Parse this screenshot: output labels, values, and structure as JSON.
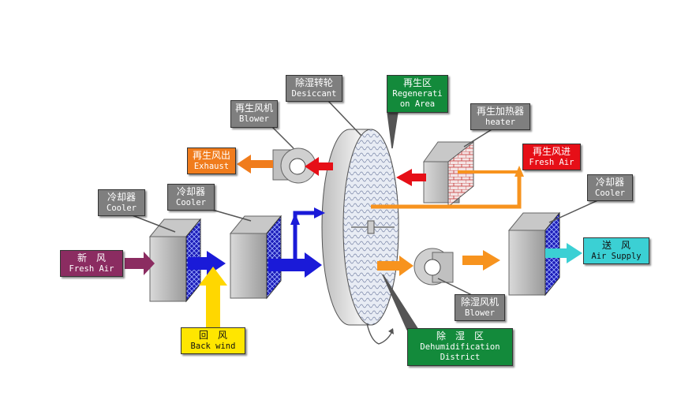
{
  "colors": {
    "fresh_air": "#8b2c61",
    "return_air": "#ffd700",
    "process_air": "#1a1ad8",
    "regen_in": "#f07c1c",
    "regen_out": "#e60f17",
    "supply": "#3bd0d4",
    "exhaust": "#f07c1c",
    "label_gray": "#7f7f7f",
    "zone_green": "#138a3b"
  },
  "labels": {
    "desiccant": {
      "zh": "除湿转轮",
      "en": "Desiccant"
    },
    "regen_area": {
      "zh": "再生区",
      "en_line1": "Regenerati",
      "en_line2": "on Area"
    },
    "regen_blower": {
      "zh": "再生风机",
      "en": "Blower"
    },
    "heater": {
      "zh": "再生加热器",
      "en": "heater"
    },
    "exhaust": {
      "zh": "再生风出",
      "en": "Exhaust"
    },
    "regen_in": {
      "zh": "再生风进",
      "en": "Fresh Air"
    },
    "cooler1": {
      "zh": "冷却器",
      "en": "Cooler"
    },
    "cooler2": {
      "zh": "冷却器",
      "en": "Cooler"
    },
    "cooler3": {
      "zh": "冷却器",
      "en": "Cooler"
    },
    "fresh_air": {
      "zh": "新　风",
      "en": "Fresh Air"
    },
    "supply": {
      "zh": "送　风",
      "en": "Air Supply"
    },
    "process_blower": {
      "zh": "除湿风机",
      "en": "Blower"
    },
    "back_wind": {
      "zh": "回　风",
      "en": "Back wind"
    },
    "dehum": {
      "zh": "除　湿　区",
      "en_line1": "Dehumidification",
      "en_line2": "District"
    }
  }
}
